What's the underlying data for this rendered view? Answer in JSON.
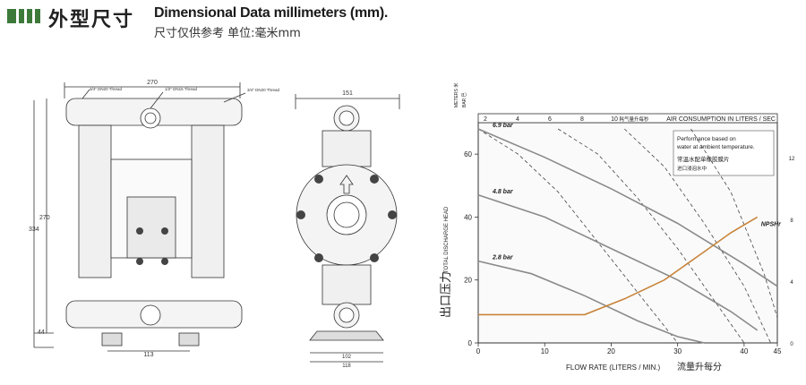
{
  "header": {
    "title_cn": "外型尺寸",
    "title_en": "Dimensional Data millimeters (mm).",
    "subtitle": "尺寸仅供参考 单位:毫米mm"
  },
  "front_view": {
    "width_label": "270",
    "thread_left": "3/4\" DN20 Thread",
    "thread_center": "1/2\" DN15 Thread",
    "thread_right": "3/4\" DN20 Thread",
    "height_inner": "270",
    "height_outer": "334",
    "base_height": "44",
    "base_width": "113"
  },
  "side_view": {
    "width_label": "151",
    "base_inner": "102",
    "base_outer": "118"
  },
  "chart_data": {
    "type": "line",
    "xlabel": "FLOW RATE (LITERS / MIN.)",
    "xlabel_cn": "流量升每分",
    "ylabel": "TOTAL DISCHARGE HEAD",
    "ylabel_cn": "出口压力",
    "y_unit_top": "METERS 米",
    "y_unit_bar": "BAR 巴",
    "top_axis_label": "AIR CONSUMPTION IN LITERS / SEC",
    "top_axis_label_cn": "耗气量升每秒",
    "xlim": [
      0,
      45
    ],
    "ylim": [
      0,
      70
    ],
    "x_ticks": [
      0,
      10,
      20,
      30,
      40,
      45
    ],
    "y_ticks": [
      0,
      20,
      40,
      60
    ],
    "top_ticks": [
      "2",
      "4",
      "6",
      "8",
      "10"
    ],
    "right_ticks": [
      "0",
      "4",
      "8",
      "12"
    ],
    "annotation_en": "Performance based on water at ambient temperature.",
    "annotation_cn_1": "常温水配单橡胶膜片",
    "annotation_cn_2": "进口浸泡水中",
    "series": [
      {
        "name": "6.9 bar",
        "x": [
          0,
          10,
          20,
          30,
          40,
          45
        ],
        "y": [
          68,
          59,
          49,
          38,
          25,
          18
        ]
      },
      {
        "name": "4.8 bar",
        "x": [
          0,
          10,
          20,
          30,
          38,
          42
        ],
        "y": [
          47,
          40,
          30,
          20,
          10,
          4
        ]
      },
      {
        "name": "2.8 bar",
        "x": [
          0,
          8,
          16,
          24,
          30,
          34
        ],
        "y": [
          26,
          22,
          15,
          7,
          2,
          0
        ]
      },
      {
        "name": "NPSHr",
        "x": [
          0,
          16,
          22,
          28,
          34,
          38,
          42
        ],
        "y": [
          9,
          9,
          14,
          20,
          29,
          35,
          40
        ]
      }
    ],
    "air_curves": [
      {
        "x": [
          0,
          6,
          12,
          18,
          24,
          30
        ],
        "y": [
          68,
          60,
          48,
          32,
          16,
          0
        ]
      },
      {
        "x": [
          12,
          18,
          24,
          30,
          36,
          40
        ],
        "y": [
          68,
          60,
          46,
          30,
          12,
          0
        ]
      },
      {
        "x": [
          22,
          28,
          34,
          40,
          44
        ],
        "y": [
          68,
          56,
          38,
          18,
          0
        ]
      },
      {
        "x": [
          32,
          38,
          43,
          45
        ],
        "y": [
          68,
          48,
          22,
          8
        ]
      }
    ]
  }
}
